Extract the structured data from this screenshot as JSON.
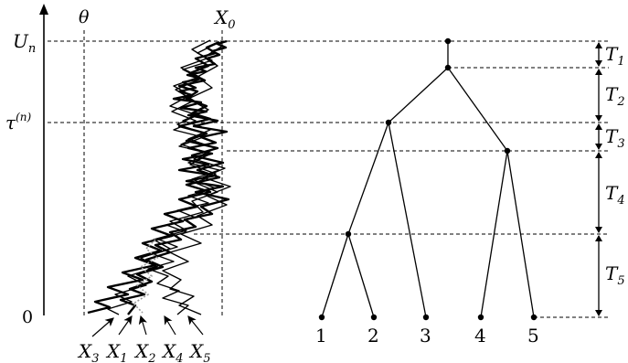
{
  "left_panel": {
    "axis_labels": {
      "top": "U",
      "top_sub": "n",
      "middle": "τ",
      "middle_sup": "(n)",
      "bottom": "0",
      "theta": "θ",
      "x0": "X",
      "x0_sub": "0"
    },
    "particle_labels": [
      {
        "main": "X",
        "sub": "3"
      },
      {
        "main": "X",
        "sub": "1"
      },
      {
        "main": "X",
        "sub": "2"
      },
      {
        "main": "X",
        "sub": "4"
      },
      {
        "main": "X",
        "sub": "5"
      }
    ]
  },
  "tree": {
    "leaves": [
      "1",
      "2",
      "3",
      "4",
      "5"
    ],
    "intervals": [
      {
        "main": "T",
        "sub": "1"
      },
      {
        "main": "T",
        "sub": "2"
      },
      {
        "main": "T",
        "sub": "3"
      },
      {
        "main": "T",
        "sub": "4"
      },
      {
        "main": "T",
        "sub": "5"
      }
    ]
  }
}
